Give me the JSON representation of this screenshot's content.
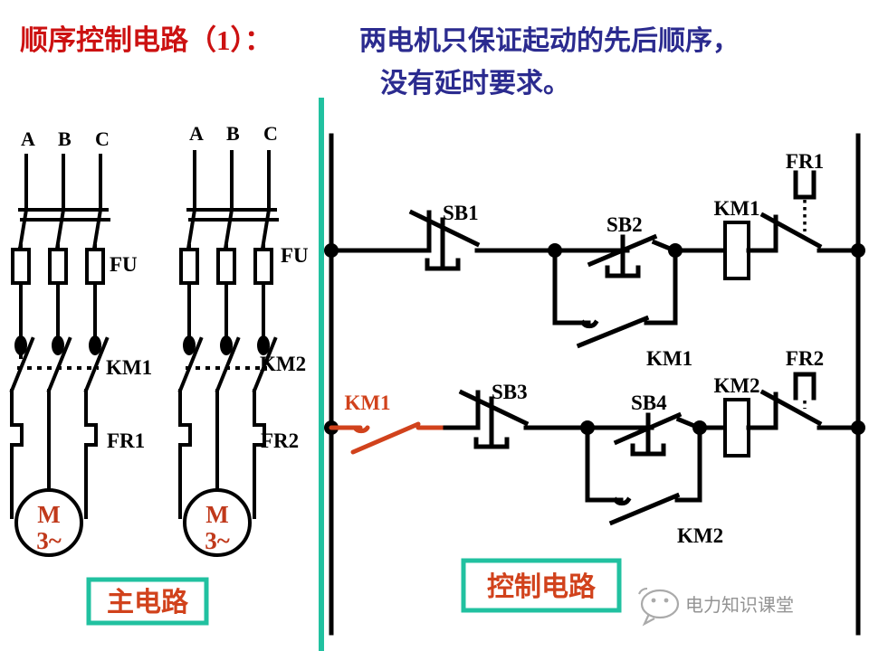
{
  "header": {
    "title_red": "顺序控制电路（1）：",
    "desc_line1": "两电机只保证起动的先后顺序，",
    "desc_line2": "没有延时要求。",
    "color_red": "#cc1111",
    "color_blue": "#2b2b8f"
  },
  "colors": {
    "divider_teal": "#21c1a0",
    "highlight_orange": "#d1421c",
    "motor_text": "#c0391b",
    "wire_black": "#000000"
  },
  "main_circuit": {
    "caption": "主电路",
    "group1": {
      "phases": [
        "A",
        "B",
        "C"
      ],
      "fuse_label": "FU",
      "contactor_label": "KM1",
      "overload_label": "FR1",
      "motor_line1": "M",
      "motor_line2": "3~"
    },
    "group2": {
      "phases": [
        "A",
        "B",
        "C"
      ],
      "fuse_label": "FU",
      "contactor_label": "KM2",
      "overload_label": "FR2",
      "motor_line1": "M",
      "motor_line2": "3~"
    }
  },
  "control_circuit": {
    "caption": "控制电路",
    "rung1": {
      "stop_button": "SB1",
      "start_button": "SB2",
      "holding_contact": "KM1",
      "coil": "KM1",
      "overload_contact": "FR1"
    },
    "rung2": {
      "interlock_contact": "KM1",
      "stop_button": "SB3",
      "start_button": "SB4",
      "holding_contact": "KM2",
      "coil": "KM2",
      "overload_contact": "FR2"
    }
  },
  "watermark": {
    "icon": "wechat-icon",
    "text": "电力知识课堂"
  }
}
